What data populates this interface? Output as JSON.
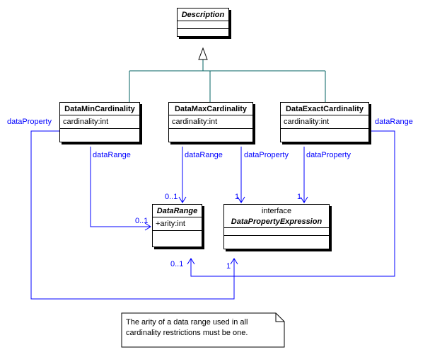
{
  "classes": {
    "description": {
      "name": "Description"
    },
    "min": {
      "name": "DataMinCardinality",
      "attr": "cardinality:int"
    },
    "max": {
      "name": "DataMaxCardinality",
      "attr": "cardinality:int"
    },
    "exact": {
      "name": "DataExactCardinality",
      "attr": "cardinality:int"
    },
    "datarange": {
      "name": "DataRange",
      "attr": "+arity:int"
    },
    "dpe": {
      "stereotype": "interface",
      "name": "DataPropertyExpression"
    }
  },
  "labels": {
    "min_dataproperty": "dataProperty",
    "min_datarange": "dataRange",
    "min_mult": "0..1",
    "max_datarange": "dataRange",
    "max_mult": "0..1",
    "max_dataproperty": "dataProperty",
    "max_dp_mult": "1",
    "exact_dataproperty": "dataProperty",
    "exact_dp_mult": "1",
    "exact_datarange": "dataRange",
    "exact_dr_mult": "0..1",
    "min_dp_mult": "1"
  },
  "note": {
    "text": "The arity of a data range used in all\ncardinality restrictions must be one."
  },
  "colors": {
    "generalization": "#006060",
    "association": "#0000ff"
  }
}
